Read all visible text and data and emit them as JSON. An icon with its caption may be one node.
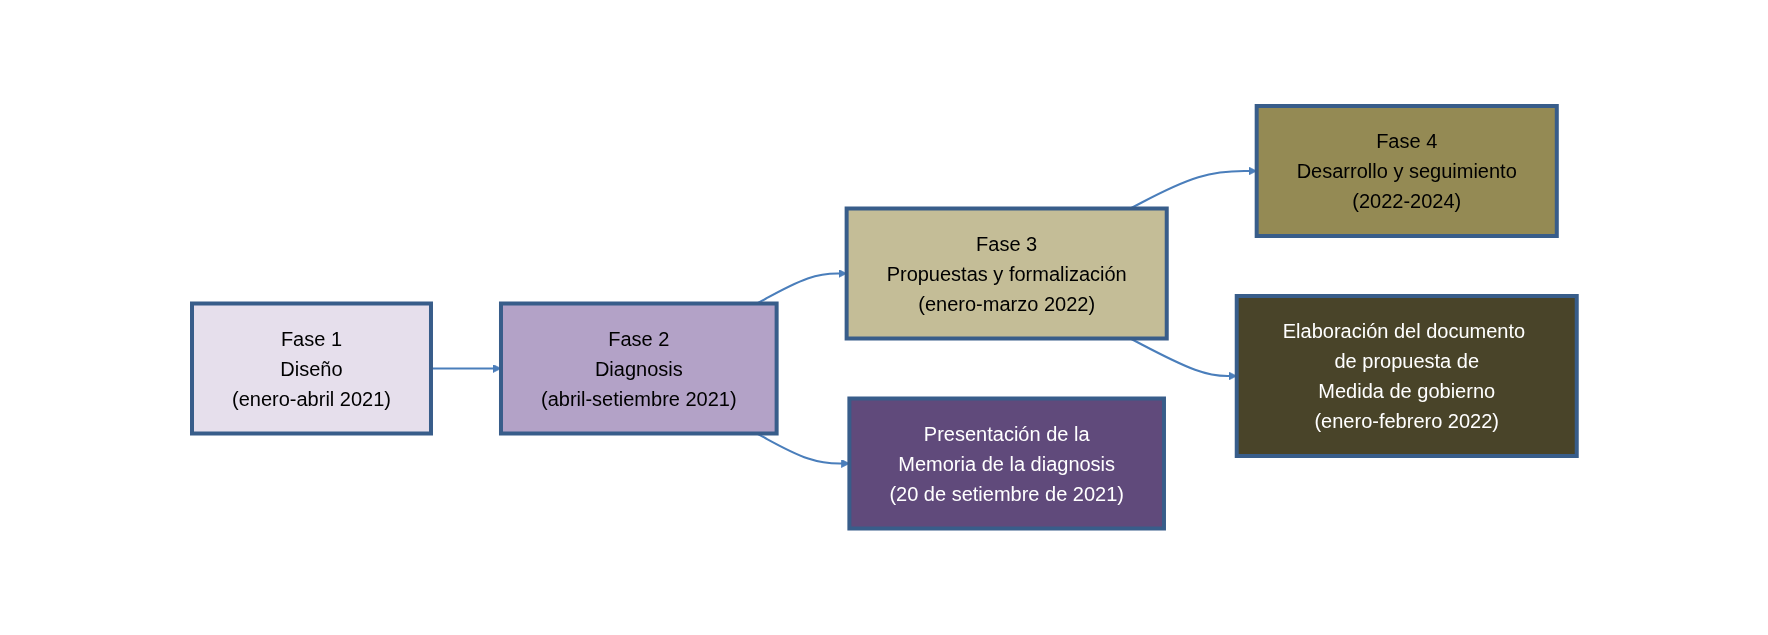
{
  "diagram": {
    "nodes": [
      {
        "text": [
          "Fase 1",
          "Diseño",
          "(enero-abril 2021)"
        ]
      },
      {
        "text": [
          "Fase 2",
          "Diagnosis",
          "(abril-setiembre 2021)"
        ]
      },
      {
        "text": [
          "Fase 3",
          "Propuestas y formalización",
          "(enero-marzo 2022)"
        ]
      },
      {
        "text": [
          "Fase 4",
          "Desarrollo y seguimiento",
          "(2022-2024)"
        ]
      },
      {
        "text": [
          "Presentación de la",
          "Memoria de la diagnosis",
          "(20 de setiembre de 2021)"
        ]
      },
      {
        "text": [
          "Elaboración del documento de propuesta de",
          "Medida de gobierno",
          "(enero-febrero 2022)"
        ]
      }
    ],
    "edges": [
      {
        "from": 0,
        "to": 1,
        "arrow": "to"
      },
      {
        "from": 1,
        "to": 2,
        "arrow": "to"
      },
      {
        "from": 2,
        "to": 3,
        "arrow": "to"
      },
      {
        "from": 1,
        "to": 4,
        "arrow": "to"
      },
      {
        "from": 2,
        "to": 5,
        "arrow": "to"
      }
    ]
  }
}
